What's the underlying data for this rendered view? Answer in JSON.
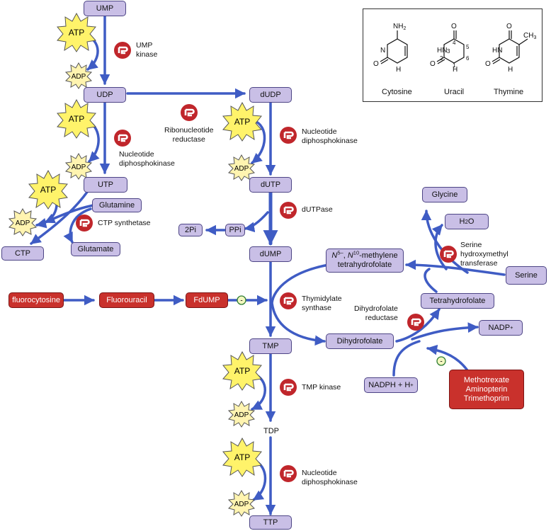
{
  "nodes": {
    "ump": "UMP",
    "udp": "UDP",
    "utp": "UTP",
    "ctp": "CTP",
    "glutamine": "Glutamine",
    "glutamate": "Glutamate",
    "dudp": "dUDP",
    "dutp": "dUTP",
    "dump": "dUMP",
    "ppi": "PPi",
    "two_pi": "2Pi",
    "tmp": "TMP",
    "tdp": "TDP",
    "ttp": "TTP",
    "methylene_thf_line2": "tetrahydrofolate",
    "dihydrofolate": "Dihydrofolate",
    "tetrahydrofolate": "Tetrahydrofolate",
    "glycine": "Glycine",
    "serine": "Serine",
    "fluorocytosine": "fluorocytosine",
    "fluorouracil": "Fluorouracil",
    "fdump": "FdUMP",
    "drugs": [
      "Methotrexate",
      "Aminopterin",
      "Trimethoprim"
    ]
  },
  "enzymes": {
    "ump_kinase": "UMP\nkinase",
    "ndpk": "Nucleotide\ndiphosphokinase",
    "ribonucleotide_reductase": "Ribonucleotide\nreductase",
    "ctp_synthetase": "CTP synthetase",
    "dutpase": "dUTPase",
    "shmt": "Serine\nhydroxymethyl\ntransferase",
    "thymidylate_synthase": "Thymidylate\nsynthase",
    "dhfr": "Dihydrofolate\nreductase",
    "tmp_kinase": "TMP kinase"
  },
  "cofactors": {
    "atp": "ATP",
    "adp": "ADP",
    "inhibit": "-"
  },
  "structures": {
    "names": [
      "Cytosine",
      "Uracil",
      "Thymine"
    ],
    "atoms": {
      "n": "N",
      "hn": "HN",
      "h": "H",
      "o": "O",
      "ch": "CH"
    },
    "ring_numbers": [
      "1",
      "2",
      "3",
      "4",
      "5",
      "6"
    ]
  },
  "colors": {
    "arrow": "#3f5cc4",
    "node": "#c9bfe6",
    "drug": "#c9312c",
    "atp": "#fff36a",
    "enzyme": "#c0262b"
  }
}
